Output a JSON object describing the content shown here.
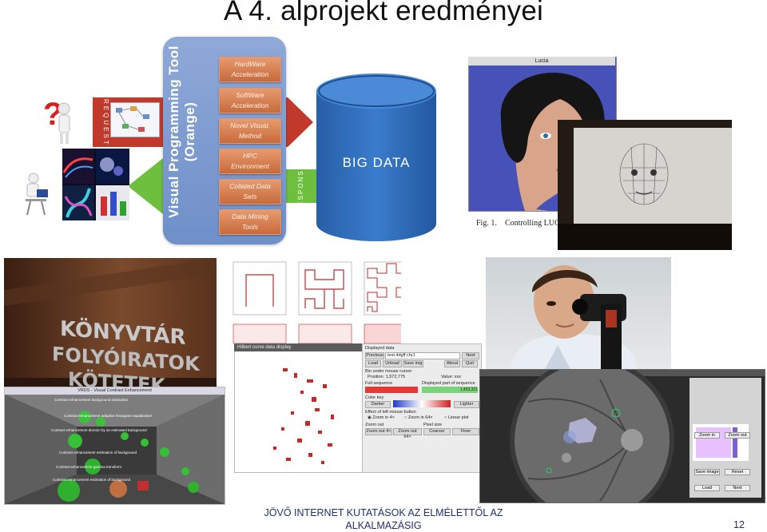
{
  "slide": {
    "title": "A 4. alprojekt eredményei",
    "page_number": "12",
    "footer": "JÖVŐ INTERNET KUTATÁSOK AZ ELMÉLETTŐL AZ ALKALMAZÁSIG"
  },
  "diagram": {
    "tool_title": "Visual Programming Tool (Orange)",
    "request_label": "REQUEST",
    "response_label": "RESPONSE",
    "big_data": "BIG DATA",
    "tool_boxes": [
      {
        "line1": "HardWare",
        "line2": "Acceleration"
      },
      {
        "line1": "SoftWare",
        "line2": "Acceleration"
      },
      {
        "line1": "Novel Visual.",
        "line2": "Method"
      },
      {
        "line1": "HPC",
        "line2": "Environment"
      },
      {
        "line1": "Collated Data",
        "line2": "Sets"
      },
      {
        "line1": "Data Mining",
        "line2": "Tools"
      }
    ],
    "colors": {
      "arrow_red": "#c0392b",
      "arrow_green": "#6fbf3f",
      "cylinder_blue": "#2f6db8",
      "box_orange": "#d9824f",
      "panel_blue": "#7e9bd1"
    }
  },
  "lucia": {
    "window_title": "Lucia",
    "caption_num": "Fig. 1.",
    "caption": "Controlling LUCIA using sensors"
  },
  "library": {
    "lines": [
      "KÖNYVTÁR",
      "FOLYÓIRATOK",
      "KÖTETEK"
    ]
  },
  "contrast": {
    "window_title": "VRDS - Visual Contrast Enhancement",
    "labels": [
      "Contrast enhancement background estimation",
      "Contrast enhancement adaptive histogram equalization",
      "Contrast enhancement division by an estimated background",
      "Contrast enhancement estimation of background",
      "Contrast enhancement gamma transform",
      "Contrast enhancement estimation of background"
    ]
  },
  "hilbert": {
    "window_title": "Hilbert curve data display"
  },
  "dna_panel": {
    "displayed_data": "Displayed data",
    "buttons_row1": [
      "Previous",
      "Next"
    ],
    "file_name": "test.4dgff.chr1",
    "buttons_row2": [
      "Load",
      "Unload",
      "Save img",
      "About",
      "Quit"
    ],
    "bin_under_cursor": "Bin under mouse cursor",
    "position": "Position: 1,572,775",
    "value": "Value: xxx",
    "full_sequence": "Full sequence",
    "displayed_part": "Displayed part of sequence",
    "pos_end": "1,453,321",
    "color_key": "Color key",
    "darker": "Darker",
    "lighter": "Lighter",
    "left_click": "Effect of left mouse button",
    "zoom_in_4": "Zoom in 4×",
    "zoom_in_64": "Zoom in 64×",
    "linear_plot": "Linear plot",
    "zoom_out": "Zoom out",
    "pixel_size": "Pixel size",
    "zoom_out_4": "Zoom out 4×",
    "zoom_out_64": "Zoom out 64×",
    "coarser": "Coarser",
    "finer": "Finer"
  },
  "retina": {
    "side_buttons": [
      "Zoom in",
      "Zoom out",
      "Save image",
      "Reset",
      "Load",
      "Next"
    ]
  }
}
